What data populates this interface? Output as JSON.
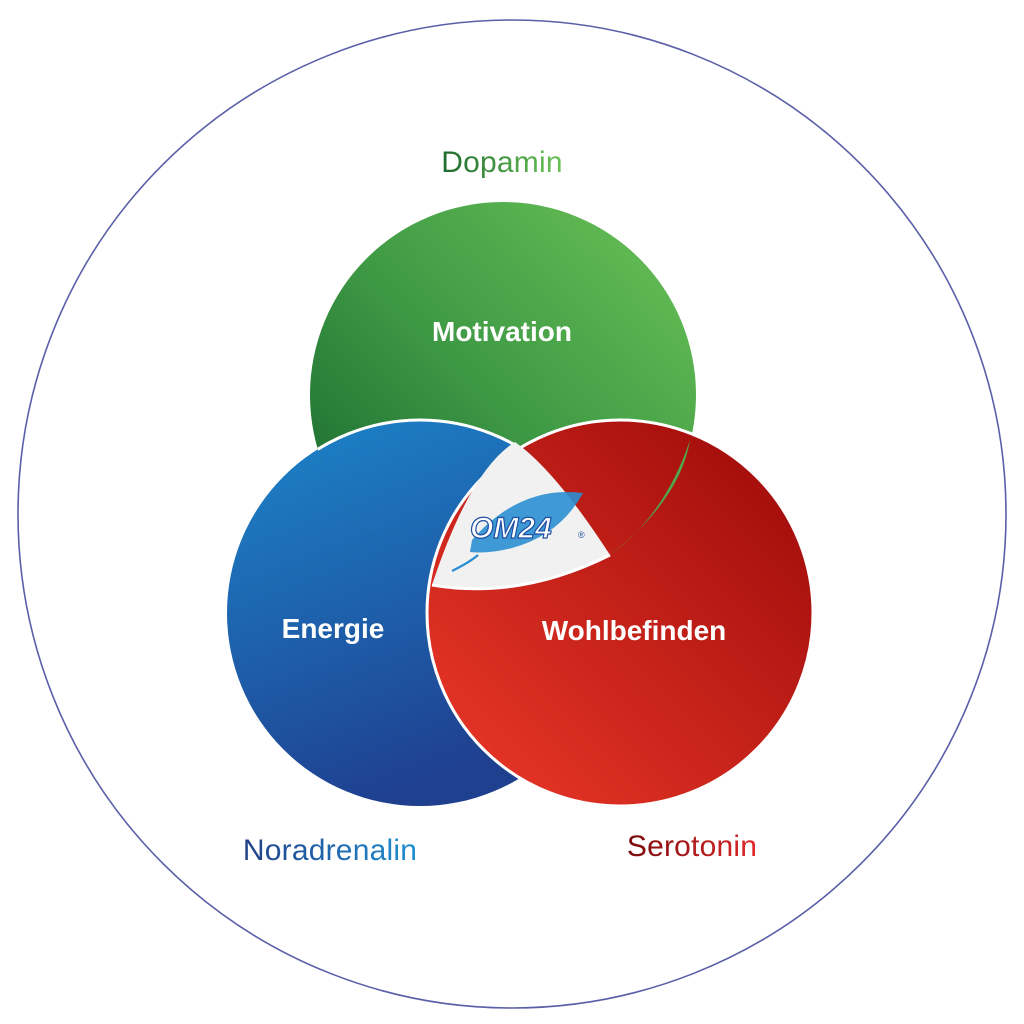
{
  "colors": {
    "outer_ring": "#5b5fa8",
    "dopamin_green": "#3a9a43",
    "noradrenalin_blue": "#1f4e9a",
    "serotonin_red": "#c21f1f",
    "center_fill": "#f1f1f1",
    "logo_blue": "#1e4fa3",
    "logo_leaf": "#2a8fd0"
  },
  "neurotransmitters": {
    "dopamin": "Dopamin",
    "noradrenalin": "Noradrenalin",
    "serotonin": "Serotonin"
  },
  "effects": {
    "motivation": "Motivation",
    "energie": "Energie",
    "wohlbefinden": "Wohlbefinden"
  },
  "logo": {
    "text": "OM24",
    "registered": "®"
  }
}
